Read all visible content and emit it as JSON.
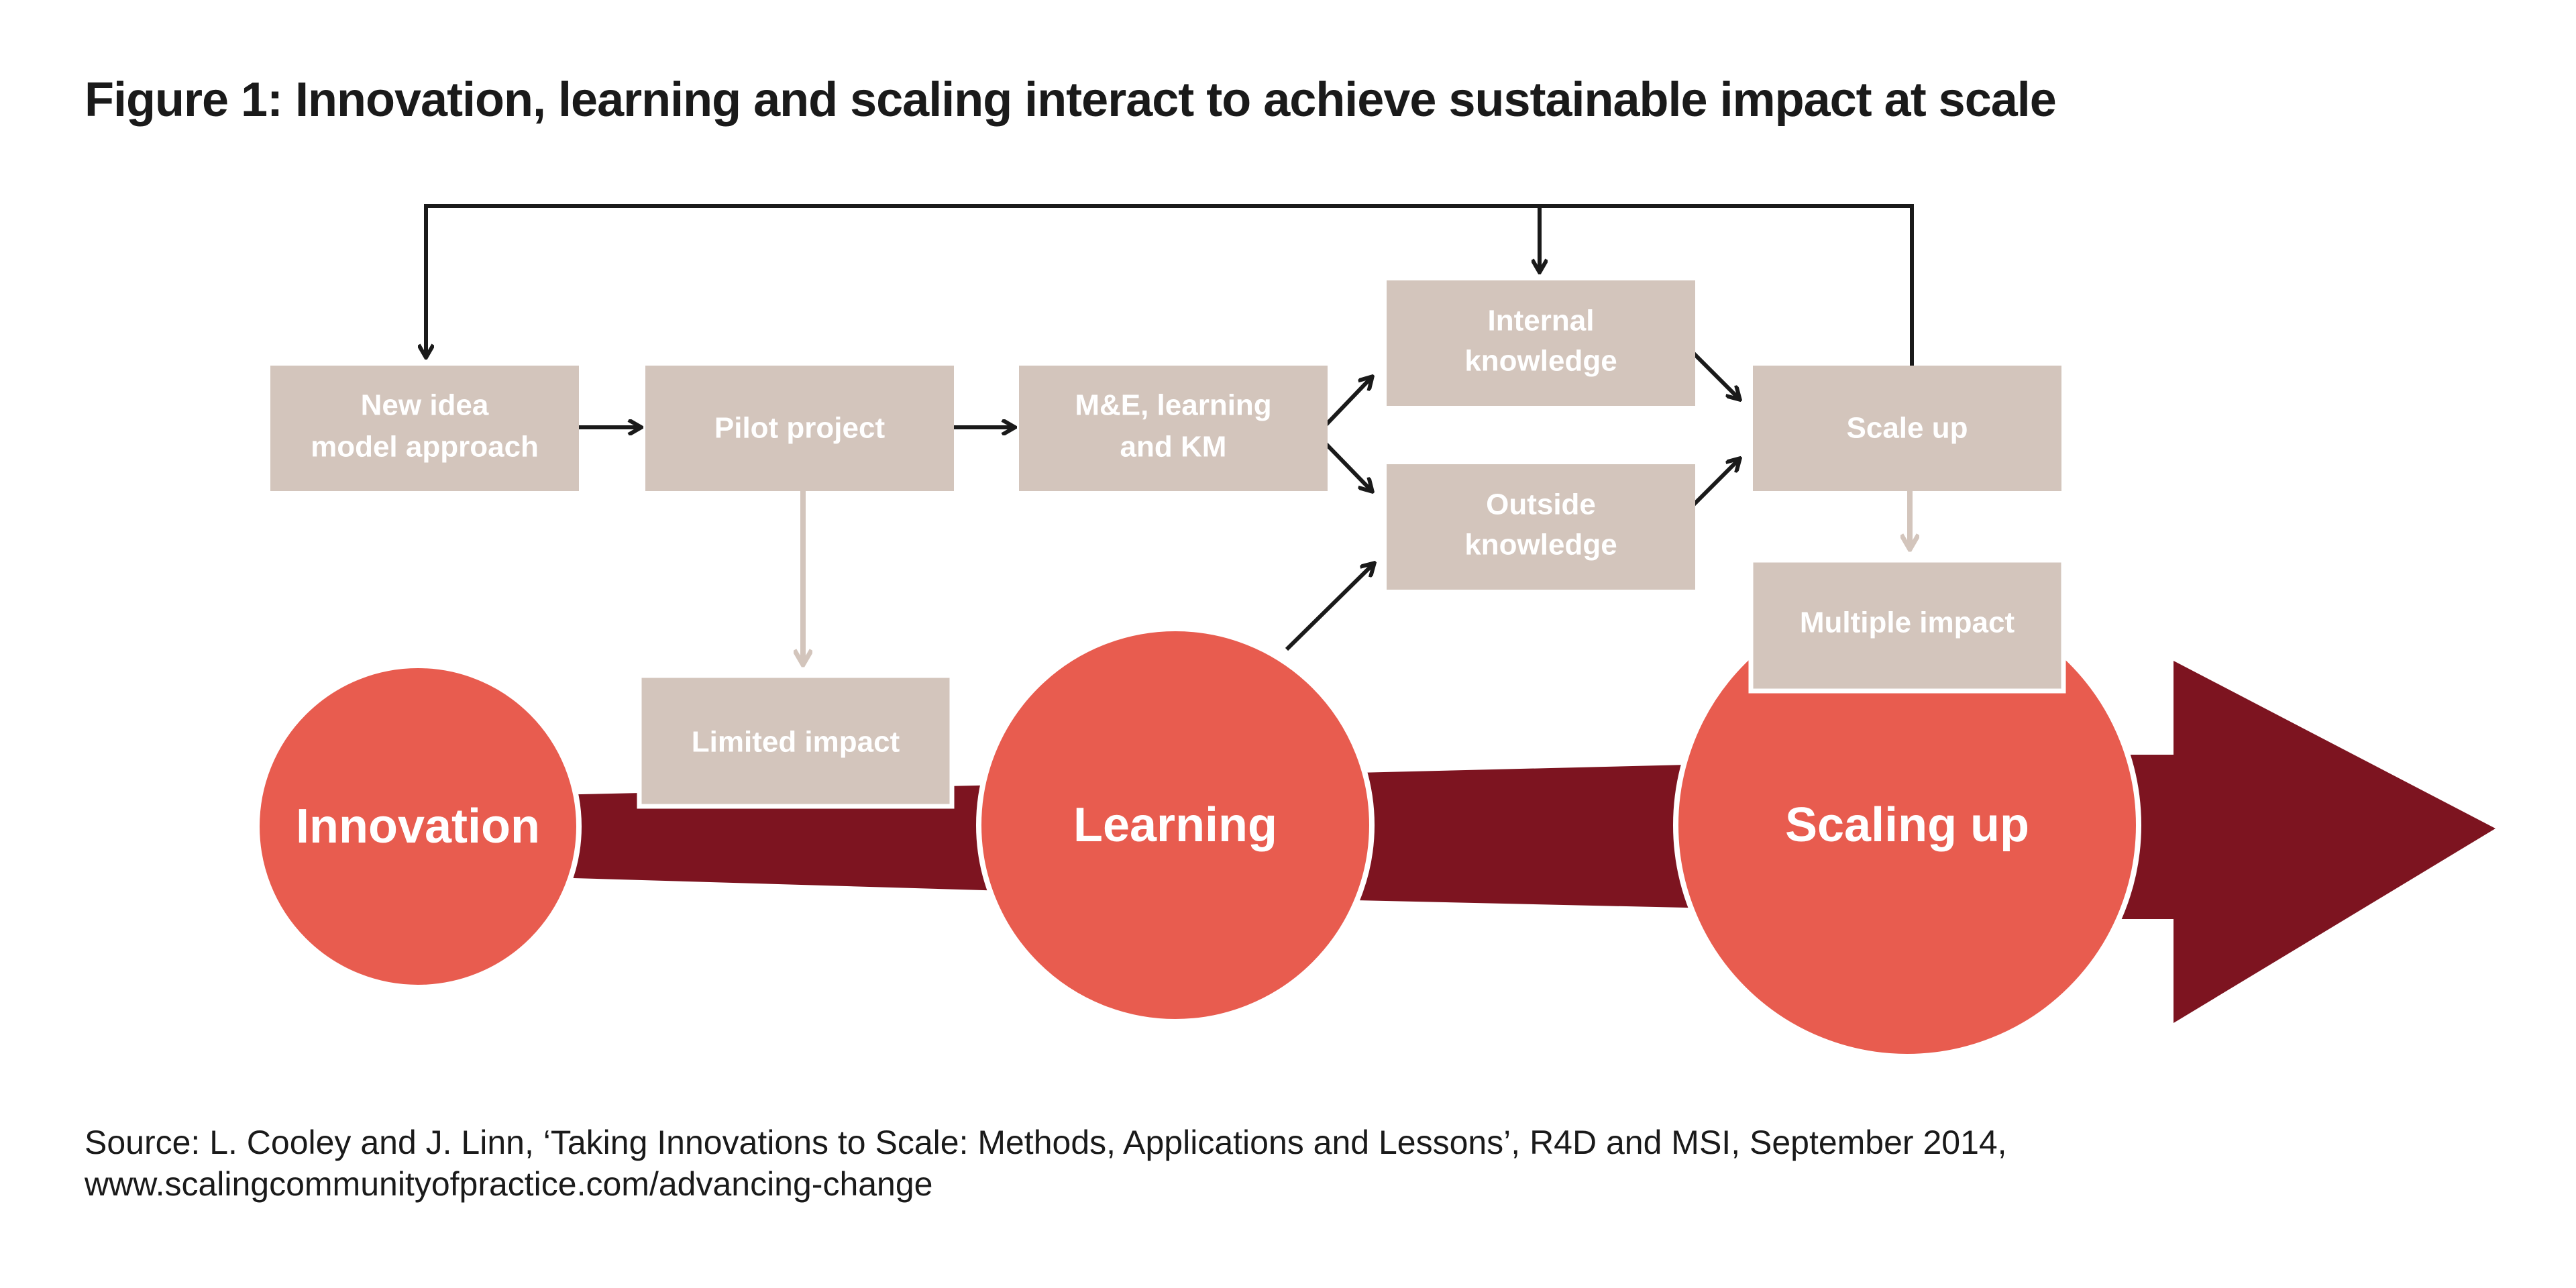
{
  "figure": {
    "title": "Figure 1: Innovation, learning and scaling interact to achieve sustainable impact at scale"
  },
  "diagram": {
    "boxes": {
      "new_idea": [
        "New idea",
        "model approach"
      ],
      "pilot": [
        "Pilot project"
      ],
      "me_learning": [
        "M&E, learning",
        "and KM"
      ],
      "internal": [
        "Internal",
        "knowledge"
      ],
      "outside": [
        "Outside",
        "knowledge"
      ],
      "scale_up": [
        "Scale up"
      ],
      "limited_impact": [
        "Limited impact"
      ],
      "multiple_impact": [
        "Multiple impact"
      ]
    },
    "circles": {
      "innovation": "Innovation",
      "learning": "Learning",
      "scaling": "Scaling up"
    },
    "colors": {
      "box_fill": "#d3c5bc",
      "circle_fill": "#e85c4f",
      "band_fill": "#7d1420",
      "arrow_dark": "#1a1a1a",
      "arrow_light": "#d3c5bc"
    }
  },
  "source": {
    "line1": "Source: L. Cooley and J. Linn, ‘Taking Innovations to Scale: Methods, Applications and Lessons’, R4D and MSI, September 2014,",
    "line2": "www.scalingcommunityofpractice.com/advancing-change"
  }
}
